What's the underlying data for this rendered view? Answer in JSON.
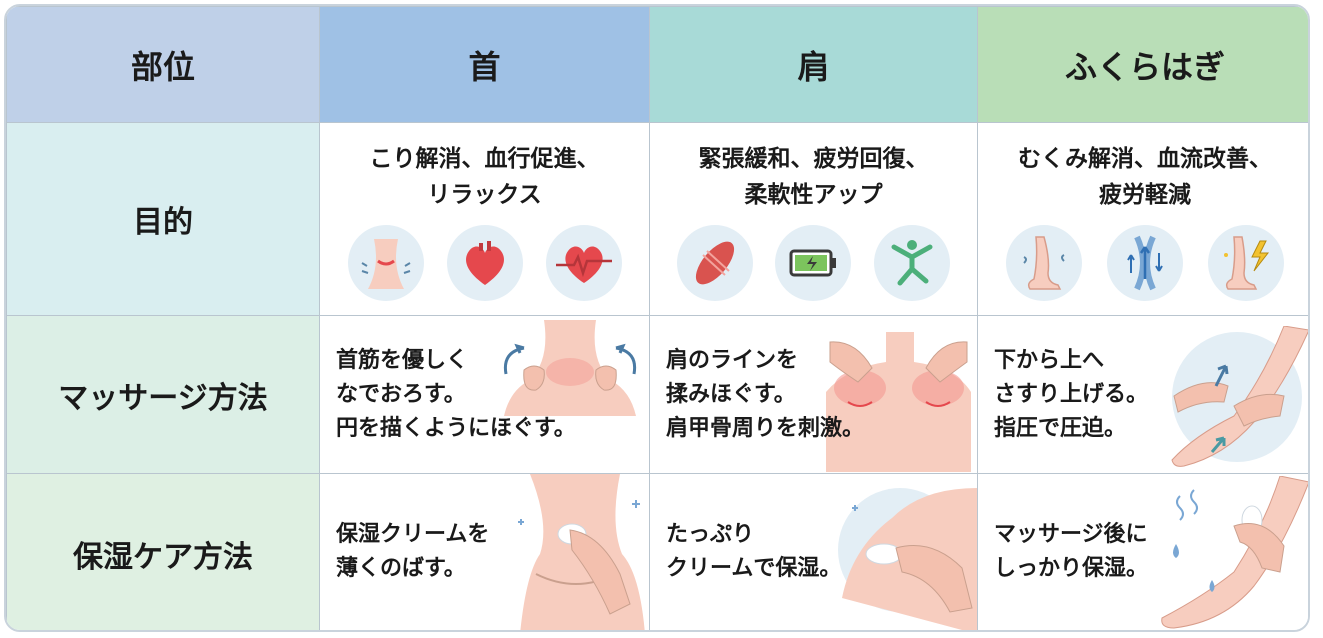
{
  "table": {
    "headers": {
      "part": "部位",
      "neck": "首",
      "shoulder": "肩",
      "calf": "ふくらはぎ"
    },
    "rows": {
      "purpose": {
        "label": "目的",
        "neck": "こり解消、血行促進、\nリラックス",
        "shoulder": "緊張緩和、疲労回復、\n柔軟性アップ",
        "calf": "むくみ解消、血流改善、\n疲労軽減"
      },
      "massage": {
        "label": "マッサージ方法",
        "neck": "首筋を優しく\nなでおろす。\n円を描くようにほぐす。",
        "shoulder": "肩のラインを\n揉みほぐす。\n肩甲骨周りを刺激。",
        "calf": "下から上へ\nさすり上げる。\n指圧で圧迫。"
      },
      "care": {
        "label": "保湿ケア方法",
        "neck": "保湿クリームを\n薄くのばす。",
        "shoulder": "たっぷり\nクリームで保湿。",
        "calf": "マッサージ後に\nしっかり保湿。"
      }
    }
  },
  "icons": {
    "neck": [
      "neck-tension-icon",
      "heart-icon",
      "heartbeat-icon"
    ],
    "shoulder": [
      "muscle-icon",
      "battery-charge-icon",
      "stretch-person-icon"
    ],
    "calf": [
      "swollen-leg-icon",
      "blood-flow-icon",
      "tired-leg-icon"
    ]
  },
  "colors": {
    "header_part": "#bfd0e8",
    "header_neck": "#9fc1e5",
    "header_shoulder": "#a8dad7",
    "header_calf": "#b9deb7",
    "skin": "#f7cdbf",
    "accent_red": "#e5484d"
  }
}
